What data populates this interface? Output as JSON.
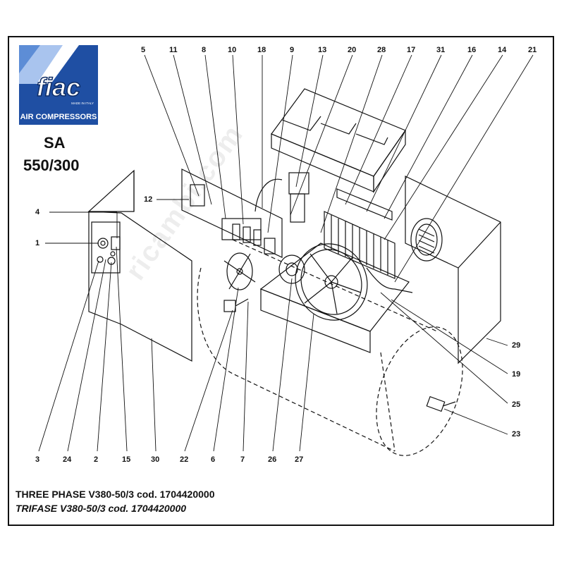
{
  "brand": {
    "logo_text": "fiac",
    "tagline": "AIR COMPRESSORS",
    "made_in": "MADE IN ITALY"
  },
  "model": {
    "line1": "SA",
    "line2": "550/300"
  },
  "watermark": "ricambi.com",
  "top_callouts": [
    "5",
    "11",
    "8",
    "10",
    "18",
    "9",
    "13",
    "20",
    "28",
    "17",
    "31",
    "16",
    "14",
    "21"
  ],
  "left_callouts": [
    "12",
    "4",
    "1"
  ],
  "right_callouts": [
    "29",
    "19",
    "25",
    "23"
  ],
  "bottom_callouts": [
    "3",
    "24",
    "2",
    "15",
    "30",
    "22",
    "6",
    "7",
    "26",
    "27"
  ],
  "captions": {
    "en": "THREE PHASE V380-50/3 cod. 1704420000",
    "it": "TRIFASE V380-50/3 cod. 1704420000"
  },
  "colors": {
    "logo_blue": "#1f4fa3",
    "line": "#111111"
  }
}
